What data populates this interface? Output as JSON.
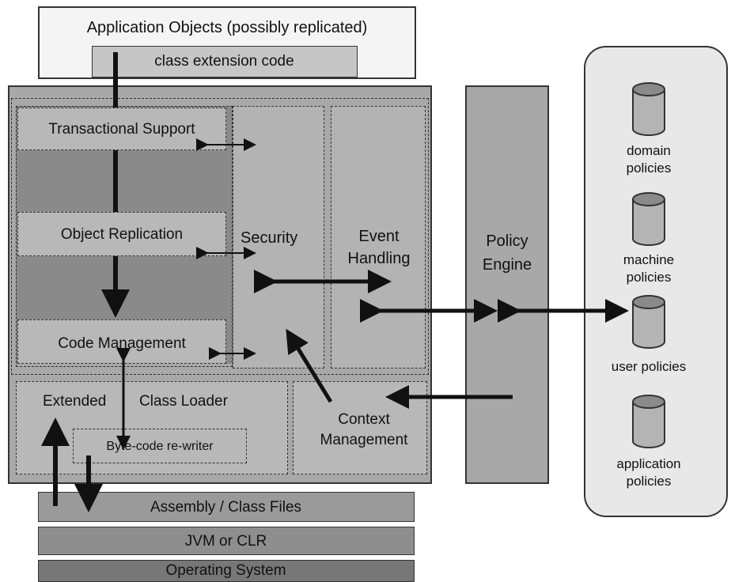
{
  "app_objects": {
    "title": "Application Objects (possibly replicated)",
    "extension": "class extension code"
  },
  "modules": {
    "transactional": "Transactional Support",
    "replication": "Object Replication",
    "code_mgmt": "Code Management",
    "security": "Security",
    "event": [
      "Event",
      "Handling"
    ],
    "class_loader_a": "Extended",
    "class_loader_b": "Class Loader",
    "bytecode": "Byte-code re-writer",
    "context": [
      "Context",
      "Management"
    ]
  },
  "policy_engine": [
    "Policy",
    "Engine"
  ],
  "policies": [
    [
      "domain",
      "policies"
    ],
    [
      "machine",
      "policies"
    ],
    [
      "user policies"
    ],
    [
      "application",
      "policies"
    ]
  ],
  "layers": {
    "assembly": "Assembly / Class Files",
    "jvm": "JVM  or CLR",
    "os": "Operating System"
  },
  "colors": {
    "main_bg": "#a6a6a6",
    "dark_gray": "#8c8c8c",
    "panel_gray": "#bebebe",
    "layer_gray": "#999999",
    "os_gray": "#777777",
    "policy_store_bg": "#e8e8e8"
  }
}
